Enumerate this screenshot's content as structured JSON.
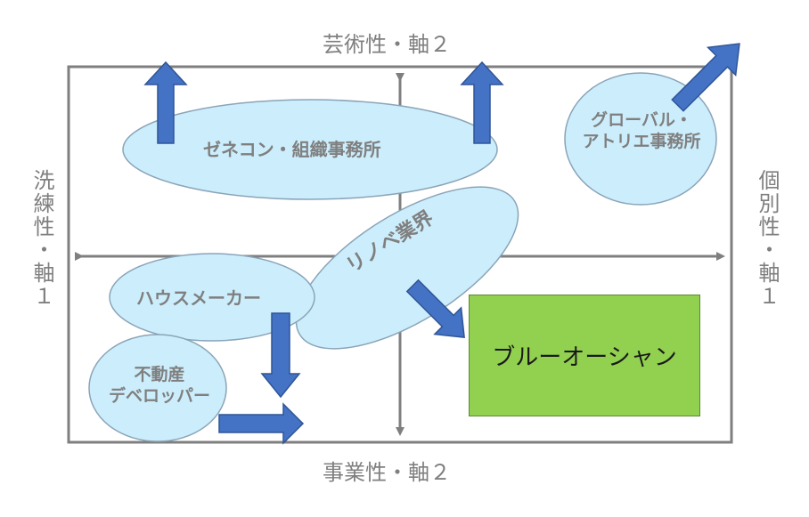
{
  "axes": {
    "top": "芸術性・軸２",
    "bottom": "事業性・軸２",
    "left": "洗練性・軸１",
    "right": "個別性・軸１"
  },
  "bubbles": {
    "zenecon": "ゼネコン・組織事務所",
    "global_line1": "グローバル・",
    "global_line2": "アトリエ事務所",
    "renovation": "リノベ業界",
    "housemaker": "ハウスメーカー",
    "developer_line1": "不動産",
    "developer_line2": "デベロッパー"
  },
  "blue_ocean": "ブルーオーシャン",
  "colors": {
    "axis": "#7f7f7f",
    "bubble_fill": "#cceefc",
    "bubble_stroke": "#8aa4b8",
    "arrow": "#4472c4",
    "arrow_stroke": "#2f5597",
    "blue_ocean_fill": "#92d050"
  }
}
